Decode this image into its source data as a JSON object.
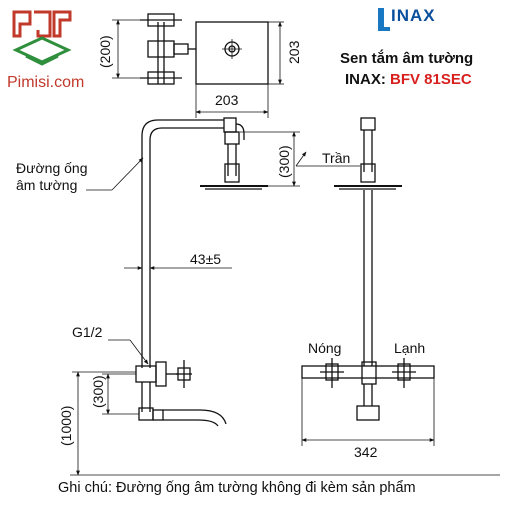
{
  "brand": {
    "site": "Pimisi.com",
    "logo_text": "INAX"
  },
  "title": {
    "line1": "Sen tắm âm tường",
    "line2_prefix": "INAX:",
    "line2_model": "BFV 81SEC"
  },
  "labels": {
    "hidden_pipe": "Đường ống\nâm tường",
    "ceiling": "Trần",
    "thread": "G1/2",
    "hot": "Nóng",
    "cold": "Lạnh"
  },
  "dimensions": {
    "top_height": "(200)",
    "plate_height": "203",
    "plate_width": "203",
    "ceiling_drop": "(300)",
    "offset": "43±5",
    "valve_height": "(300)",
    "floor_height": "(1000)",
    "bar_width": "342"
  },
  "note": "Ghi chú: Đường ống âm tường không đi kèm sản phẩm",
  "colors": {
    "logo_red": "#c0392b",
    "logo_blue": "#1a78c2",
    "model_red": "#d8201f"
  }
}
